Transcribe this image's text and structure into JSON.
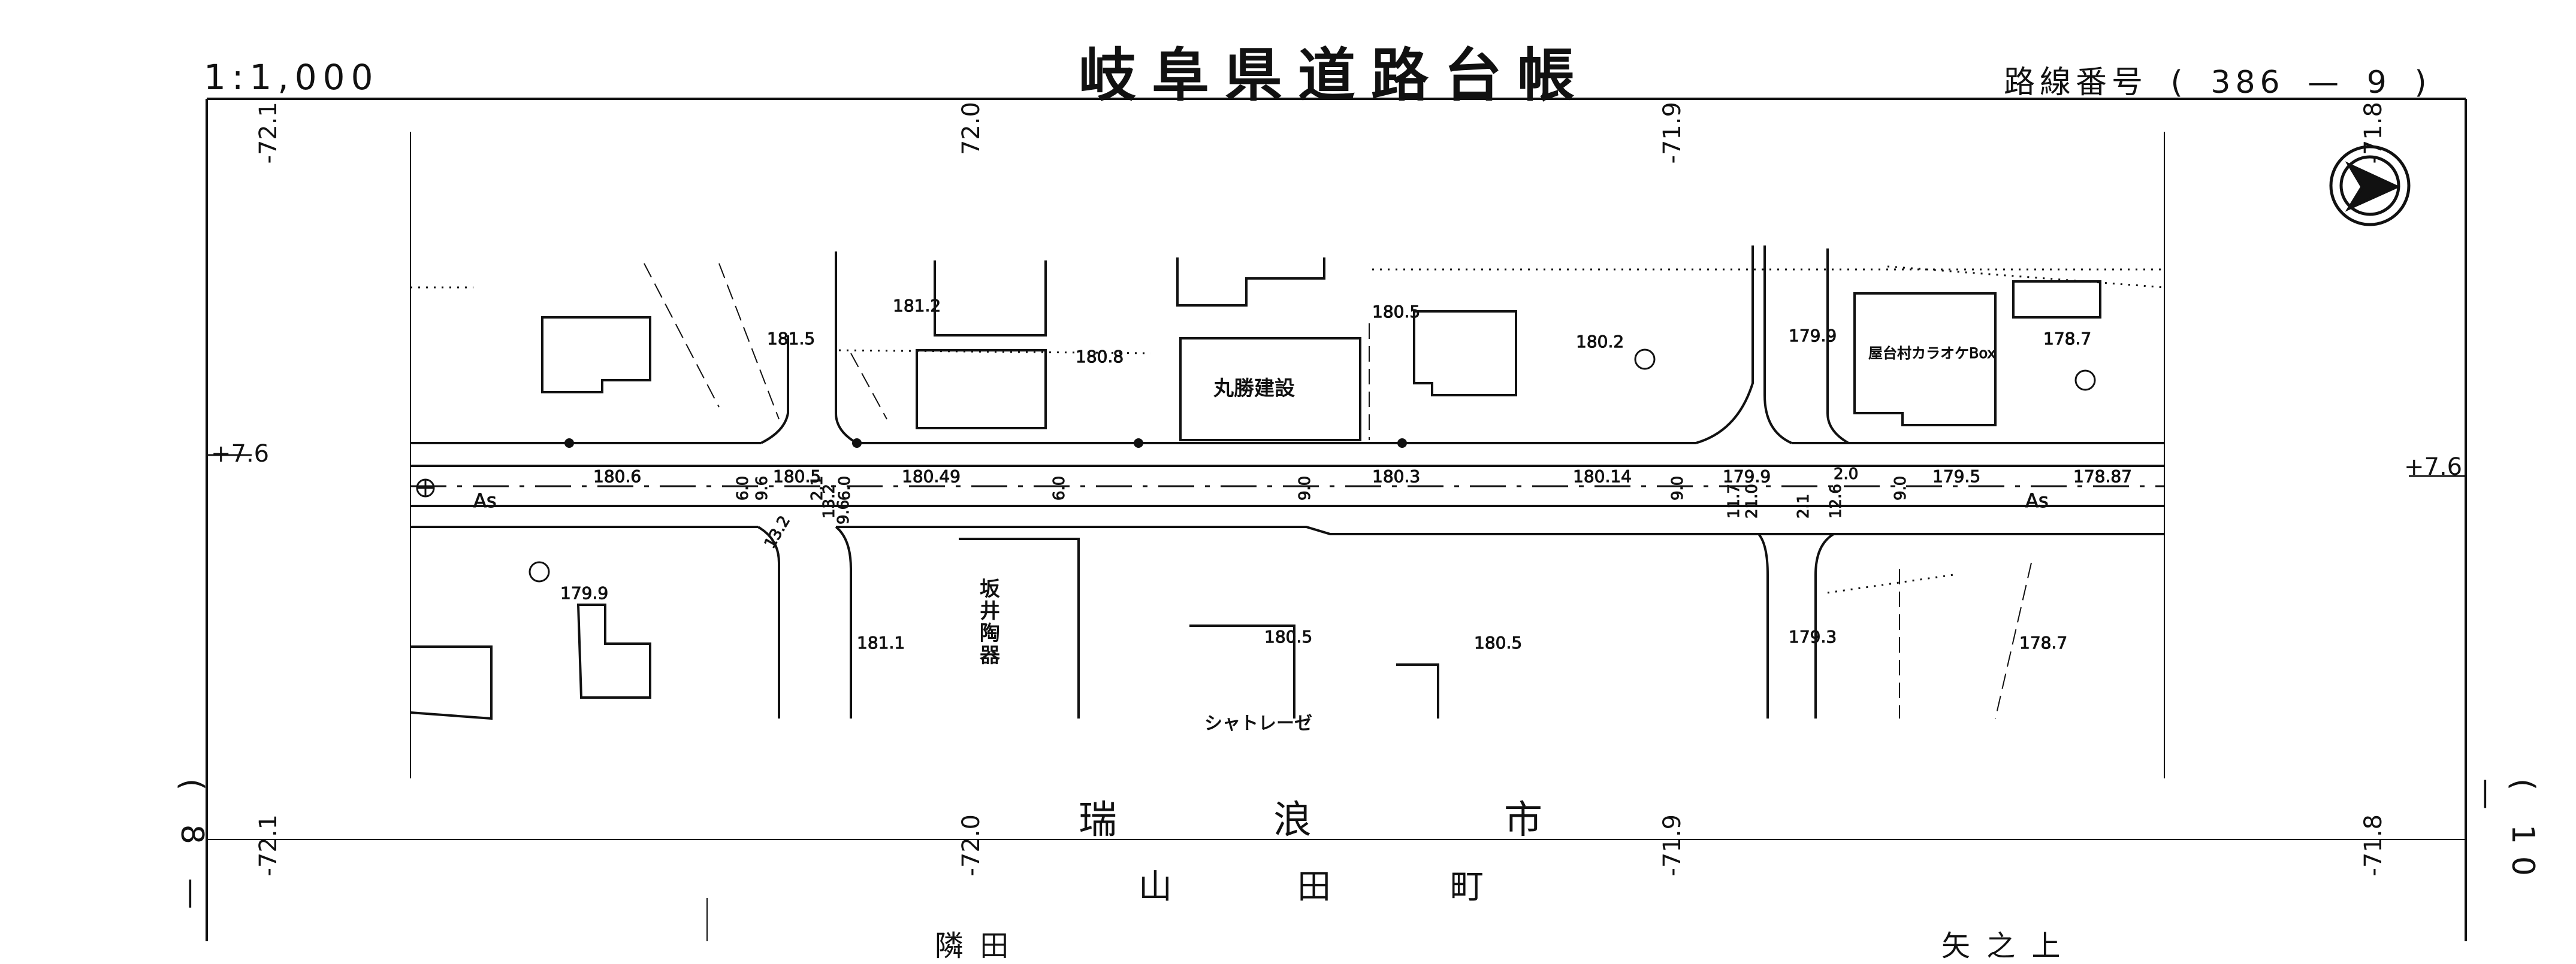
{
  "header": {
    "scale": "1:1,000",
    "title": "岐阜県道路台帳",
    "route_label": "路線番号",
    "route_open": "(",
    "route_no": "386",
    "route_dash": "—",
    "route_sub": "9",
    "route_close": ")"
  },
  "grid": {
    "top_coords": [
      "-72.1",
      "72.0",
      "-71.9",
      "-71.8"
    ],
    "bottom_coords": [
      "-72.1",
      "-72.0",
      "-71.9",
      "-71.8"
    ],
    "left_offset": "+7.6",
    "right_offset": "+7.6"
  },
  "sheet": {
    "left": "( 8 —",
    "right": "( 10 —"
  },
  "place": {
    "city": [
      "瑞",
      "浪",
      "市"
    ],
    "town": [
      "山",
      "田",
      "町"
    ],
    "partial_left": "隣 田",
    "partial_right": "矢 之 上"
  },
  "road": {
    "surface_left": "As",
    "surface_right": "As"
  },
  "buildings": {
    "marukatsu": "丸勝建設",
    "yataimura": "屋台村カラオケBox",
    "sakai": [
      "坂",
      "井",
      "陶",
      "器"
    ],
    "chateraise": "シャトレーゼ"
  },
  "elevations": {
    "north": [
      "181.5",
      "181.2",
      "180.8",
      "180.5",
      "180.2",
      "179.9",
      "178.7"
    ],
    "center": [
      "180.6",
      "180.5",
      "180.49",
      "180.3",
      "180.14",
      "179.9",
      "179.5",
      "178.87"
    ],
    "south": [
      "179.9",
      "181.1",
      "180.5",
      "180.5",
      "179.3",
      "178.7"
    ]
  },
  "widths": [
    "6.0",
    "9.6",
    "2.1",
    "13.2",
    "6.0",
    "6.0",
    "9.0",
    "9.0",
    "11.7",
    "21.0",
    "2.1",
    "12.6",
    "9.0",
    "2.0",
    "13.2",
    "9.6"
  ]
}
